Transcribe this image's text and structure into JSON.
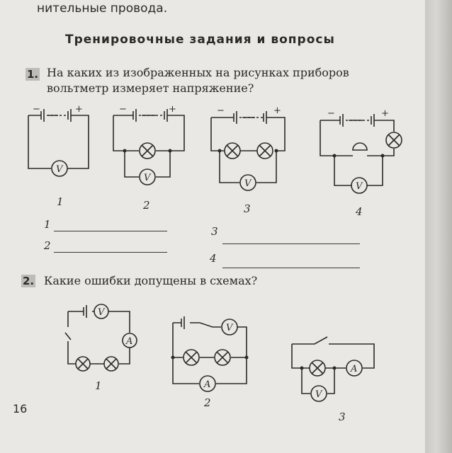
{
  "header": {
    "top_text": "нительные провода."
  },
  "section": {
    "title": "Тренировочные задания и вопросы"
  },
  "q1": {
    "number": "1.",
    "line1": "На каких из изображенных на рисунках приборов",
    "line2": "вольтметр измеряет напряжение?",
    "figure_labels": [
      "1",
      "2",
      "3",
      "4"
    ],
    "answer_labels": [
      "1",
      "2",
      "3",
      "4"
    ]
  },
  "q2": {
    "number": "2.",
    "text": "Какие ошибки допущены в схемах?",
    "figure_labels": [
      "1",
      "2",
      "3"
    ]
  },
  "symbols": {
    "voltmeter": "V",
    "ammeter": "A",
    "plus": "+",
    "minus": "−"
  },
  "footer": {
    "page_number": "16"
  }
}
